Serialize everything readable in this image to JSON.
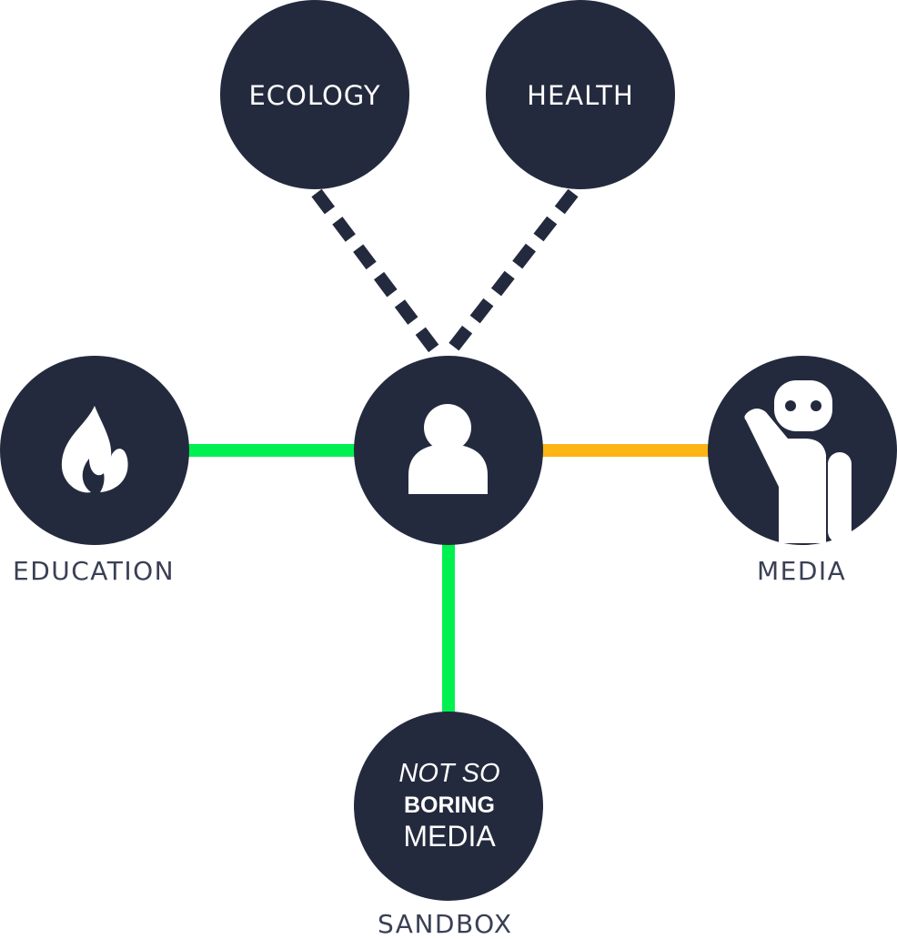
{
  "colors": {
    "node": "#242a3e",
    "green_link": "#00f050",
    "orange_link": "#fdb415",
    "caption": "#3a4055",
    "icon": "#ffffff"
  },
  "nodes": {
    "ecology": {
      "label": "ECOLOGY"
    },
    "health": {
      "label": "HEALTH"
    },
    "center": {
      "icon": "user-icon"
    },
    "education": {
      "icon": "flame-icon",
      "caption": "EDUCATION"
    },
    "media": {
      "icon": "robot-wave-icon",
      "caption": "MEDIA"
    },
    "sandbox": {
      "logo_line1": "NOT SO",
      "logo_line2": "BORING",
      "logo_line3": "MEDIA",
      "caption": "SANDBOX"
    }
  }
}
